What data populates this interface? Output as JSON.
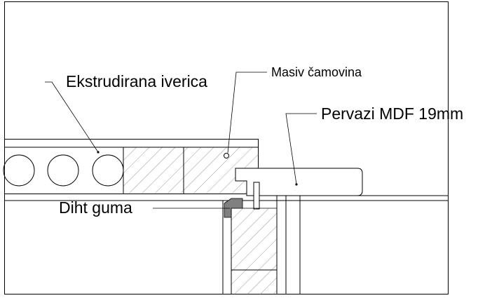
{
  "labels": {
    "ekstrudirana": "Ekstrudirana iverica",
    "masiv": "Masiv čamovina",
    "pervazi": "Pervazi MDF 19mm",
    "diht": "Diht guma"
  },
  "colors": {
    "line": "#000000",
    "hatch": "#9a9a9a",
    "gasket": "#808080",
    "background": "#ffffff"
  }
}
